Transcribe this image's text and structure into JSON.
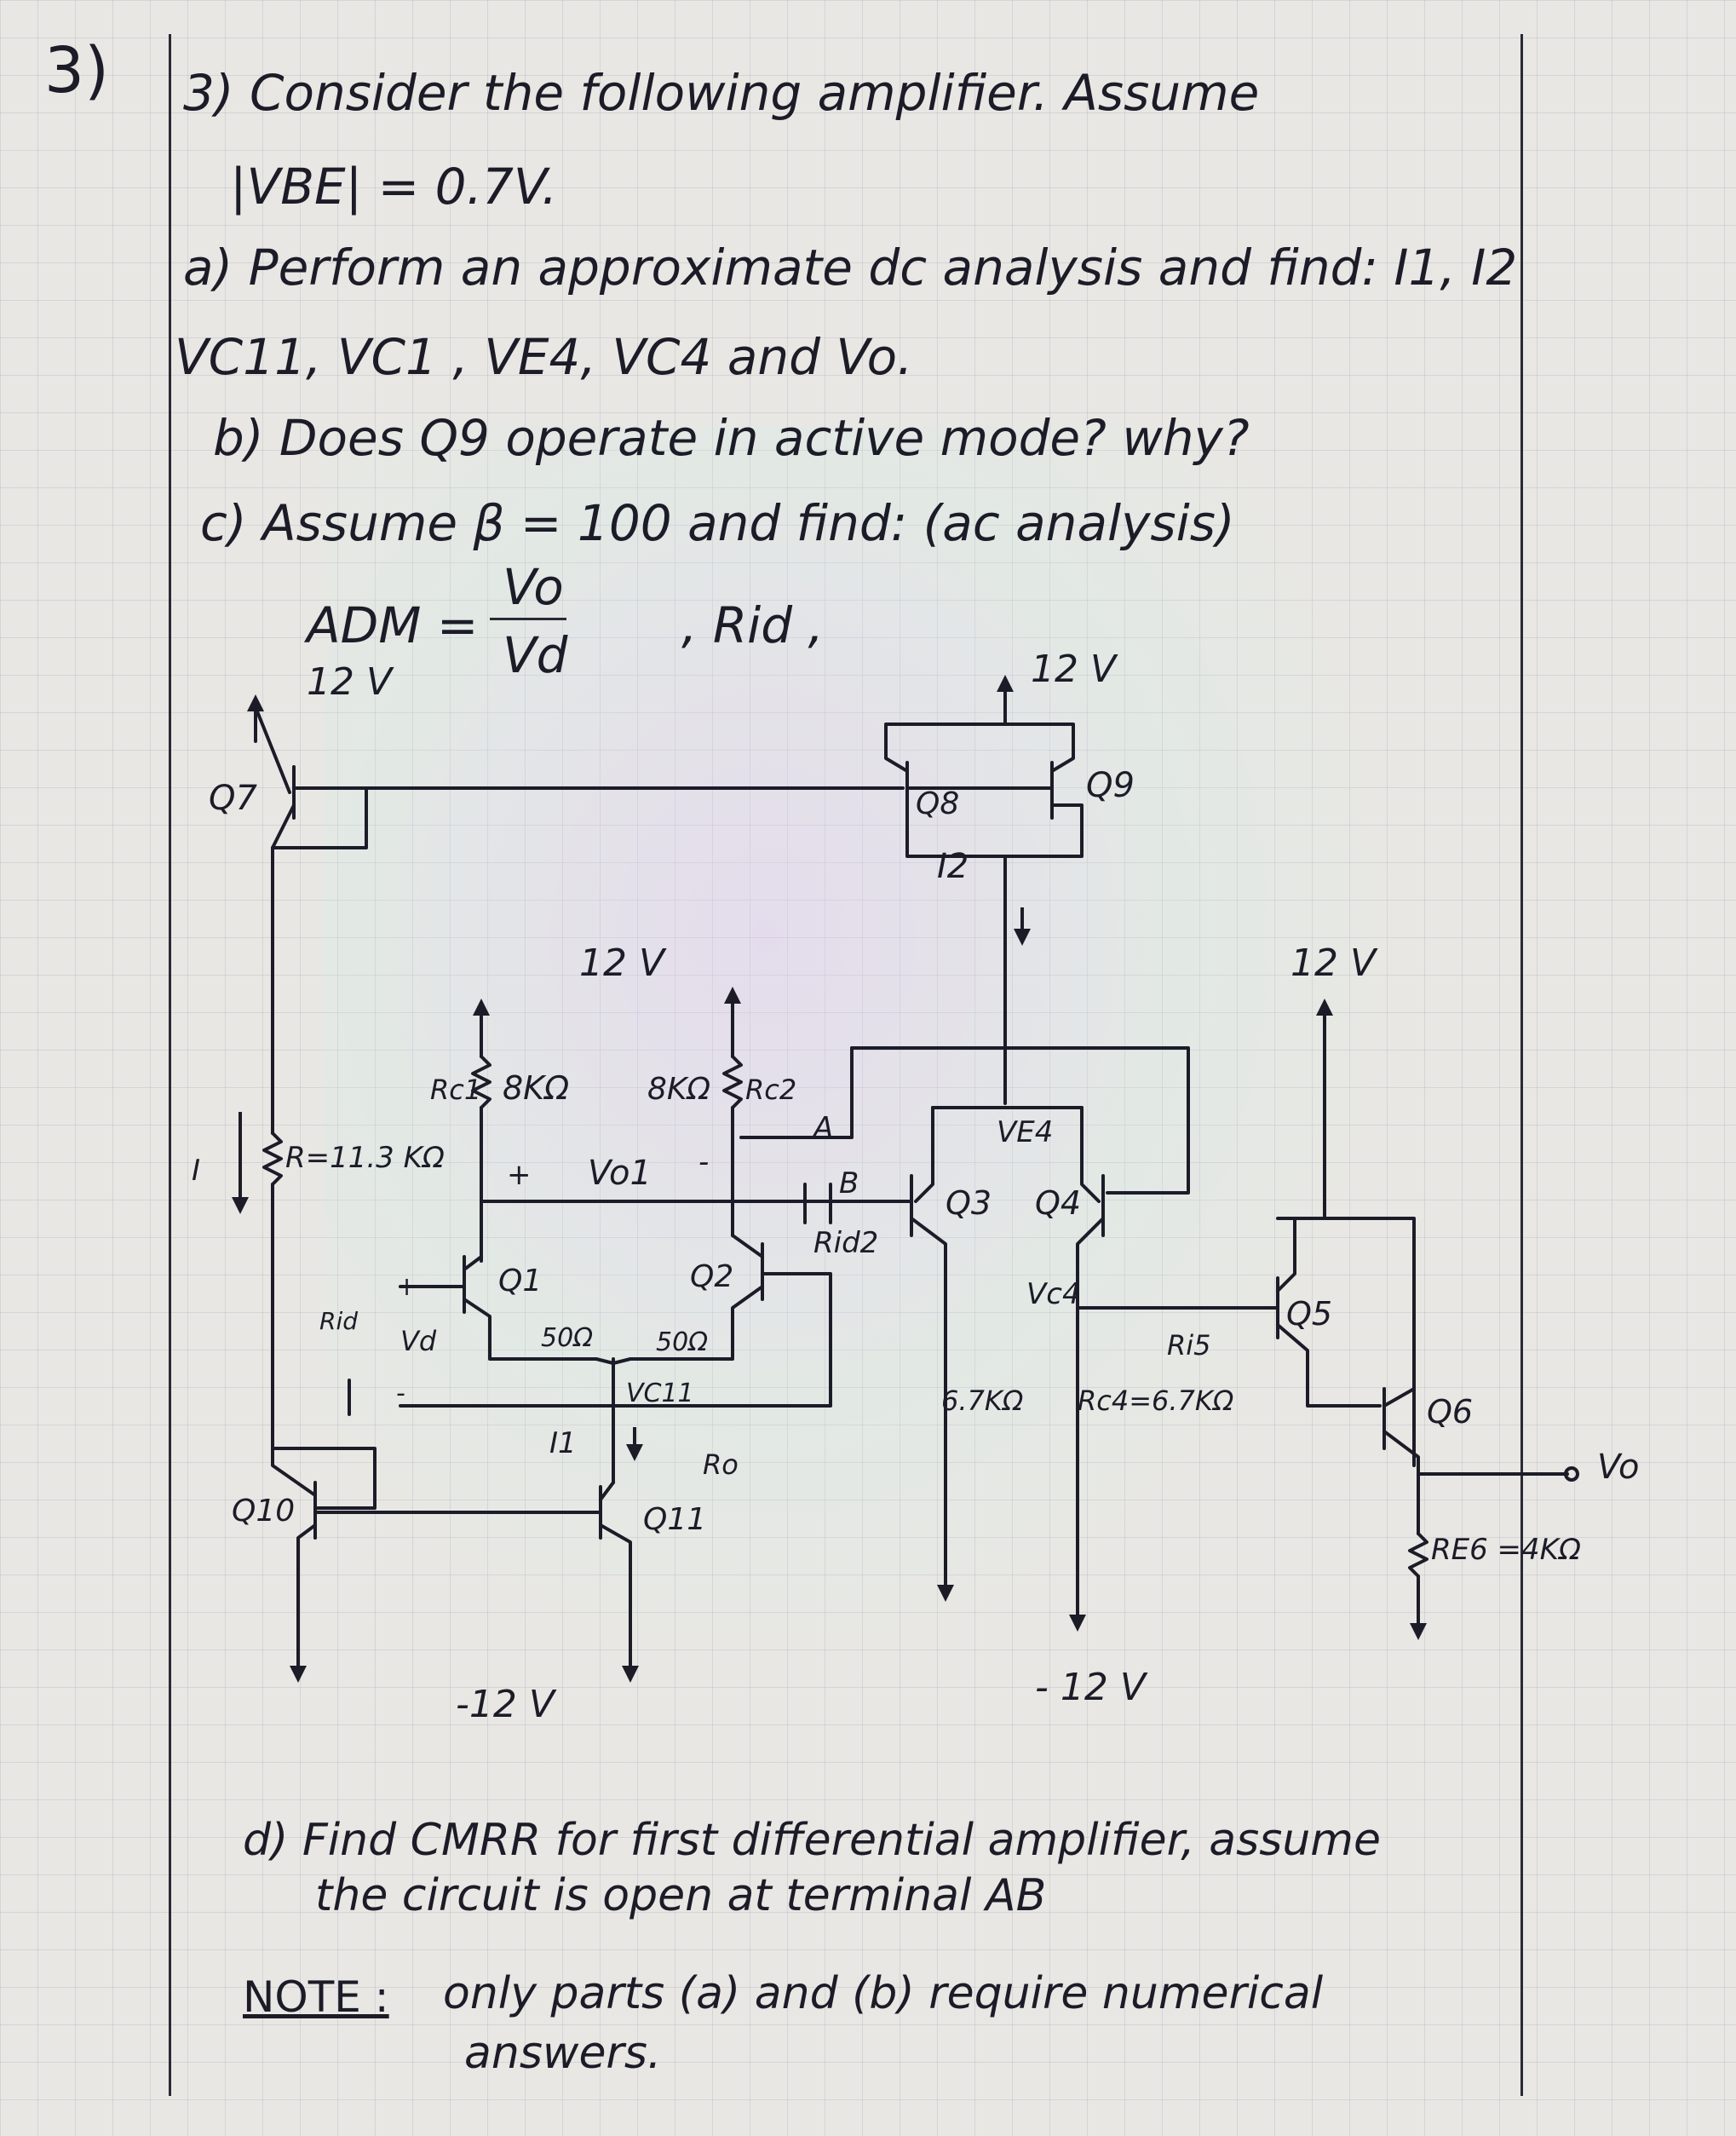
{
  "question_number": "3)",
  "question": {
    "intro": "3) Consider the following amplifier. Assume",
    "assumption": "|VBE| = 0.7V.",
    "part_a_1": "a) Perform an approximate dc analysis and find: I1, I2",
    "part_a_2": "VC11, VC1 , VE4, VC4 and Vo.",
    "part_b": "b) Does Q9 operate in active mode? why?",
    "part_c": "c) Assume β = 100 and find: (ac analysis)",
    "acm_lhs": "ADM =",
    "acm_num": "Vo",
    "acm_den": "Vd",
    "rid": ", Rid ,",
    "part_d_1": "d) Find CMRR for first differential amplifier, assume",
    "part_d_2": "the circuit is open at terminal AB",
    "note_label": "NOTE :",
    "note_1": "only parts (a) and (b) require numerical",
    "note_2": "answers."
  },
  "circuit": {
    "supply_q7": "12 V",
    "supply_q8q9": "12 V",
    "supply_rc": "12 V",
    "supply_q5": "12 V",
    "neg_left": "-12 V",
    "neg_right": "- 12 V",
    "q7": "Q7",
    "q8": "Q8",
    "q9": "Q9",
    "q1": "Q1",
    "q2": "Q2",
    "q3": "Q3",
    "q4": "Q4",
    "q5": "Q5",
    "q6": "Q6",
    "q10": "Q10",
    "q11": "Q11",
    "i2": "I2",
    "i1": "I1",
    "i_left": "I",
    "rc1": "Rc1",
    "rc1_val": "8KΩ",
    "rc2_val": "8KΩ",
    "rc2": "Rc2",
    "r_ref": "R=11.3 KΩ",
    "vo1": "Vo1",
    "plus": "+",
    "minus": "-",
    "node_a": "A",
    "node_b": "B",
    "rid2": "Rid2",
    "ve4": "VE4",
    "vc4": "Vc4",
    "re1": "50Ω",
    "re2": "50Ω",
    "vc11": "VC11",
    "ro": "Ro",
    "rid": "Rid",
    "vd": "Vd",
    "rc3": "6.7KΩ",
    "rc4": "Rc4=6.7KΩ",
    "ri5": "Ri5",
    "vo": "Vo",
    "re6": "RE6 =4KΩ"
  }
}
